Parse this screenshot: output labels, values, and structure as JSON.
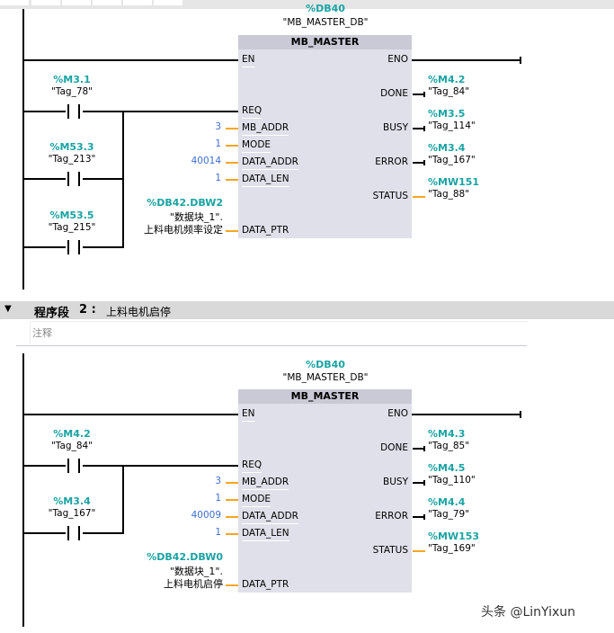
{
  "top_toolbar": {
    "segments": 6
  },
  "networks": [
    {
      "instance": {
        "address": "%DB40",
        "name": "\"MB_MASTER_DB\""
      },
      "block": {
        "title": "MB_MASTER",
        "inputs": [
          "EN",
          "REQ",
          "MB_ADDR",
          "MODE",
          "DATA_ADDR",
          "DATA_LEN",
          "DATA_PTR"
        ],
        "outputs": [
          "ENO",
          "DONE",
          "BUSY",
          "ERROR",
          "STATUS"
        ]
      },
      "contacts": [
        {
          "address": "%M3.1",
          "tag": "\"Tag_78\""
        },
        {
          "address": "%M53.3",
          "tag": "\"Tag_213\""
        },
        {
          "address": "%M53.5",
          "tag": "\"Tag_215\""
        }
      ],
      "constants": {
        "mb_addr": "3",
        "mode": "1",
        "data_addr": "40014",
        "data_len": "1"
      },
      "data_ptr": {
        "address": "%DB42.DBW2",
        "line1": "\"数据块_1\".",
        "line2": "上料电机频率设定"
      },
      "output_tags": {
        "done": {
          "address": "%M4.2",
          "tag": "\"Tag_84\""
        },
        "busy": {
          "address": "%M3.5",
          "tag": "\"Tag_114\""
        },
        "error": {
          "address": "%M3.4",
          "tag": "\"Tag_167\""
        },
        "status": {
          "address": "%MW151",
          "tag": "\"Tag_88\""
        }
      }
    },
    {
      "header": {
        "label": "程序段",
        "number": "2 :",
        "title": "上料电机启停",
        "comment_placeholder": "注释"
      },
      "instance": {
        "address": "%DB40",
        "name": "\"MB_MASTER_DB\""
      },
      "block": {
        "title": "MB_MASTER",
        "inputs": [
          "EN",
          "REQ",
          "MB_ADDR",
          "MODE",
          "DATA_ADDR",
          "DATA_LEN",
          "DATA_PTR"
        ],
        "outputs": [
          "ENO",
          "DONE",
          "BUSY",
          "ERROR",
          "STATUS"
        ]
      },
      "contacts": [
        {
          "address": "%M4.2",
          "tag": "\"Tag_84\""
        },
        {
          "address": "%M3.4",
          "tag": "\"Tag_167\""
        }
      ],
      "constants": {
        "mb_addr": "3",
        "mode": "1",
        "data_addr": "40009",
        "data_len": "1"
      },
      "data_ptr": {
        "address": "%DB42.DBW0",
        "line1": "\"数据块_1\".",
        "line2": "上料电机启停"
      },
      "output_tags": {
        "done": {
          "address": "%M4.3",
          "tag": "\"Tag_85\""
        },
        "busy": {
          "address": "%M4.5",
          "tag": "\"Tag_110\""
        },
        "error": {
          "address": "%M4.4",
          "tag": "\"Tag_79\""
        },
        "status": {
          "address": "%MW153",
          "tag": "\"Tag_169\""
        }
      }
    }
  ],
  "watermark": "头条 @LinYixun"
}
